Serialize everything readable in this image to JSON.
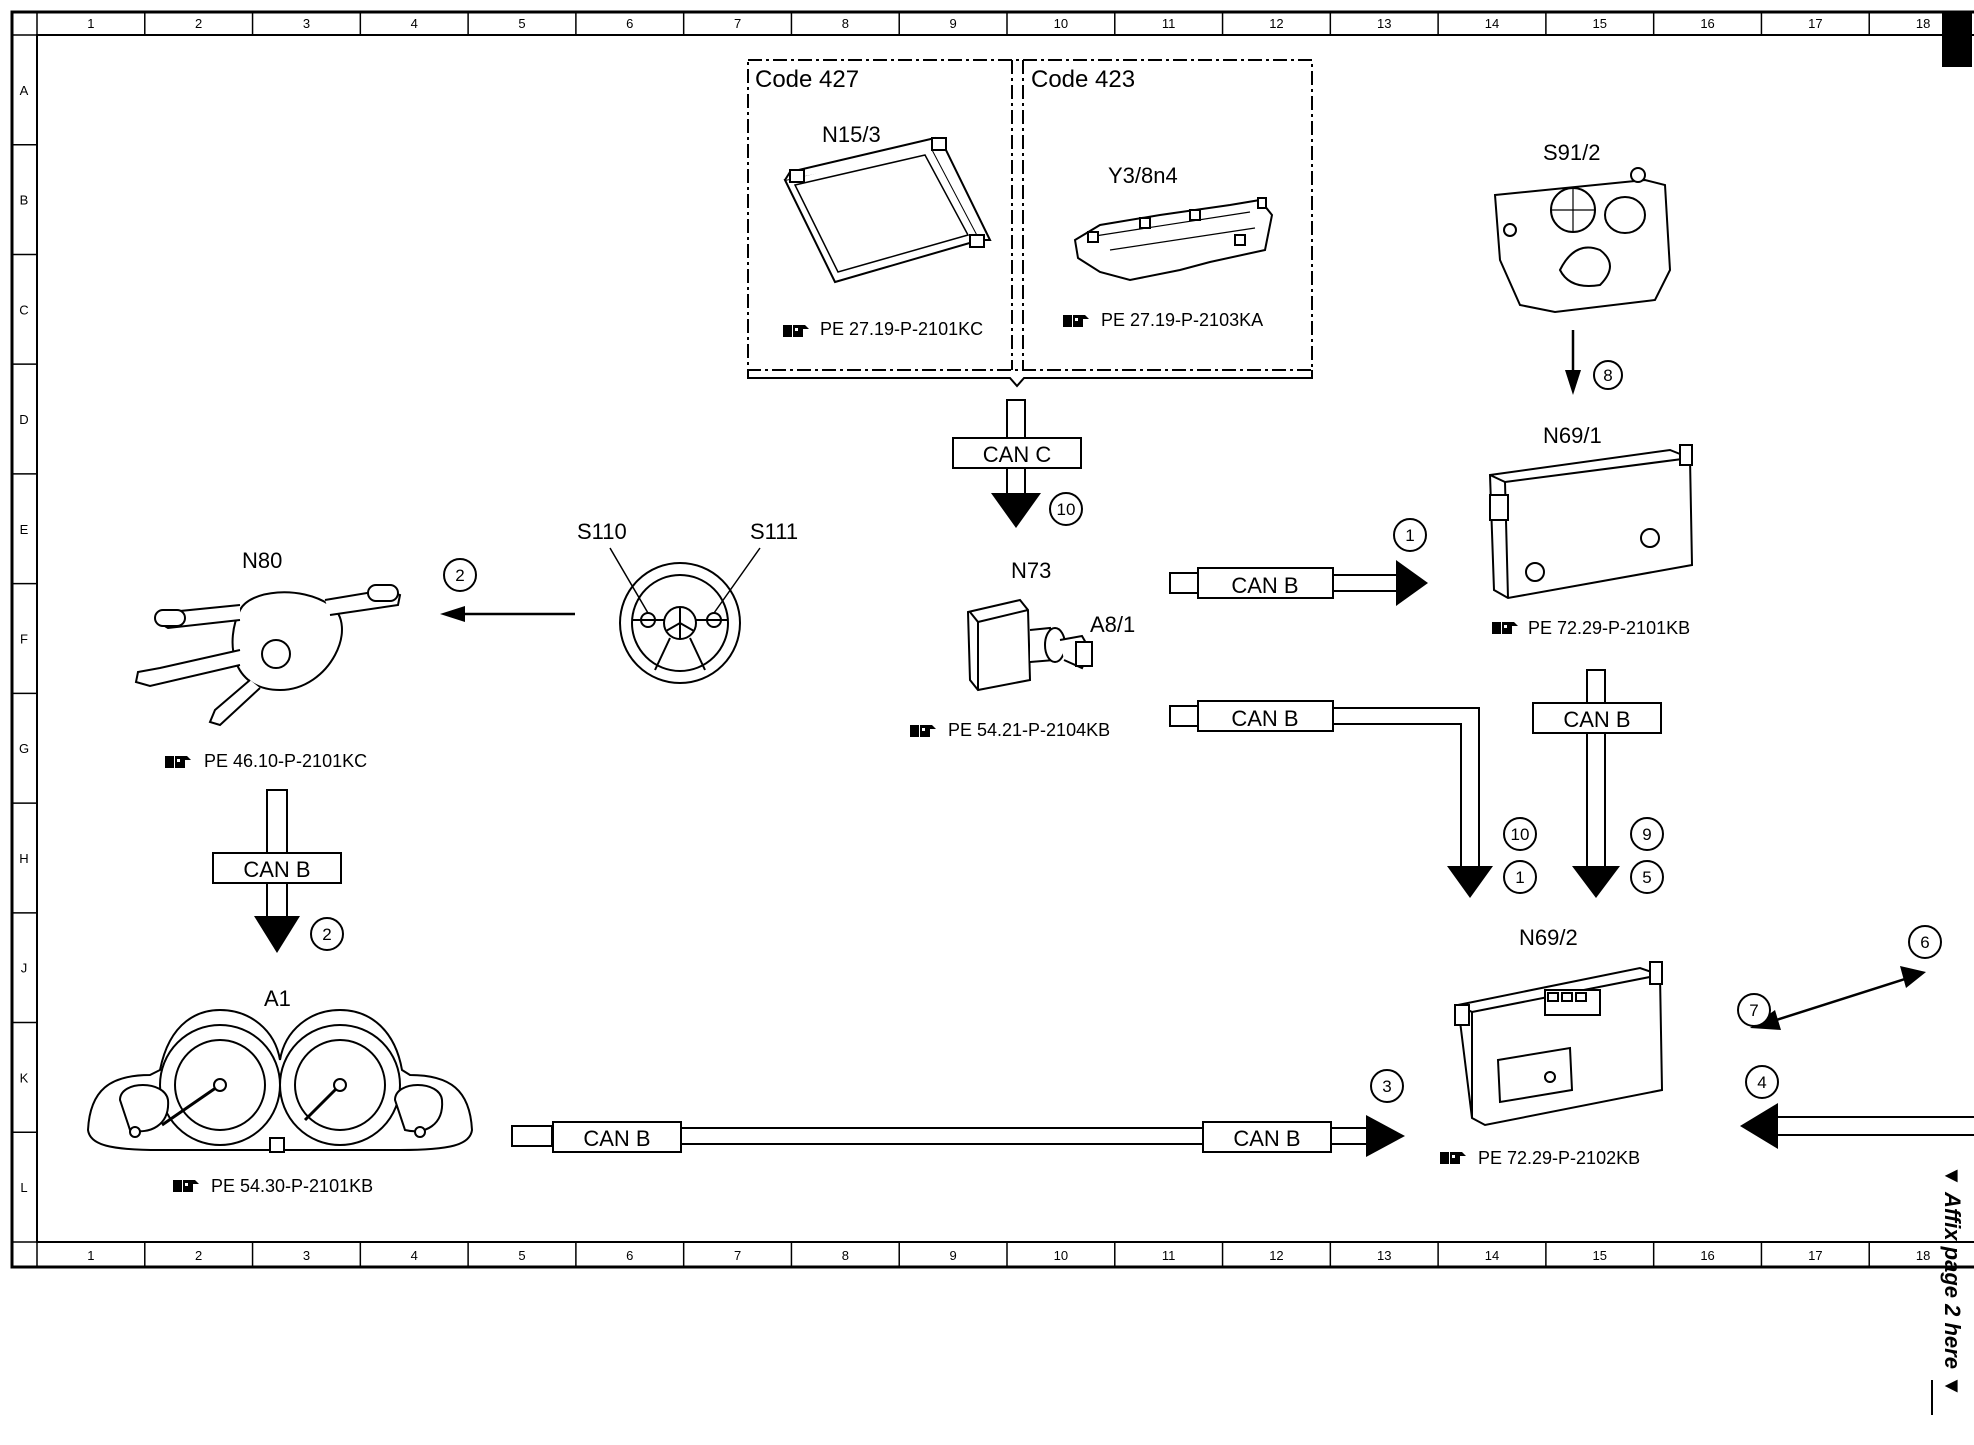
{
  "frame": {
    "columns": [
      "1",
      "2",
      "3",
      "4",
      "5",
      "6",
      "7",
      "8",
      "9",
      "10",
      "11",
      "12",
      "13",
      "14",
      "15",
      "16",
      "17",
      "18"
    ],
    "rows": [
      "A",
      "B",
      "C",
      "D",
      "E",
      "F",
      "G",
      "H",
      "J",
      "K",
      "L"
    ],
    "affix_note": "▼ Affix page 2 here ▼"
  },
  "components": {
    "code427": {
      "code": "Code 427",
      "id": "N15/3",
      "ref": "PE 27.19-P-2101KC"
    },
    "code423": {
      "code": "Code 423",
      "id": "Y3/8n4",
      "ref": "PE 27.19-P-2103KA"
    },
    "s91": {
      "id": "S91/2"
    },
    "n69_1": {
      "id": "N69/1",
      "ref": "PE 72.29-P-2101KB"
    },
    "n80": {
      "id": "N80",
      "ref": "PE 46.10-P-2101KC"
    },
    "wheel": {
      "left": "S110",
      "right": "S111"
    },
    "n73": {
      "id": "N73",
      "key": "A8/1",
      "ref": "PE 54.21-P-2104KB"
    },
    "n69_2": {
      "id": "N69/2",
      "ref": "PE 72.29-P-2102KB"
    },
    "a1": {
      "id": "A1",
      "ref": "PE 54.30-P-2101KB"
    }
  },
  "buses": {
    "can_c": "CAN C",
    "can_b_e": "CAN B",
    "can_b_g": "CAN B",
    "can_b_n69": "CAN B",
    "can_b_n80": "CAN B",
    "can_b_a1_left": "CAN B",
    "can_b_a1_right": "CAN B"
  },
  "signals": {
    "s8": "8",
    "s10_top": "10",
    "s1_top": "1",
    "s2_top": "2",
    "s2_bot": "2",
    "s10_mid": "10",
    "s1_mid": "1",
    "s9": "9",
    "s5": "5",
    "s6": "6",
    "s7": "7",
    "s4": "4",
    "s3": "3"
  }
}
